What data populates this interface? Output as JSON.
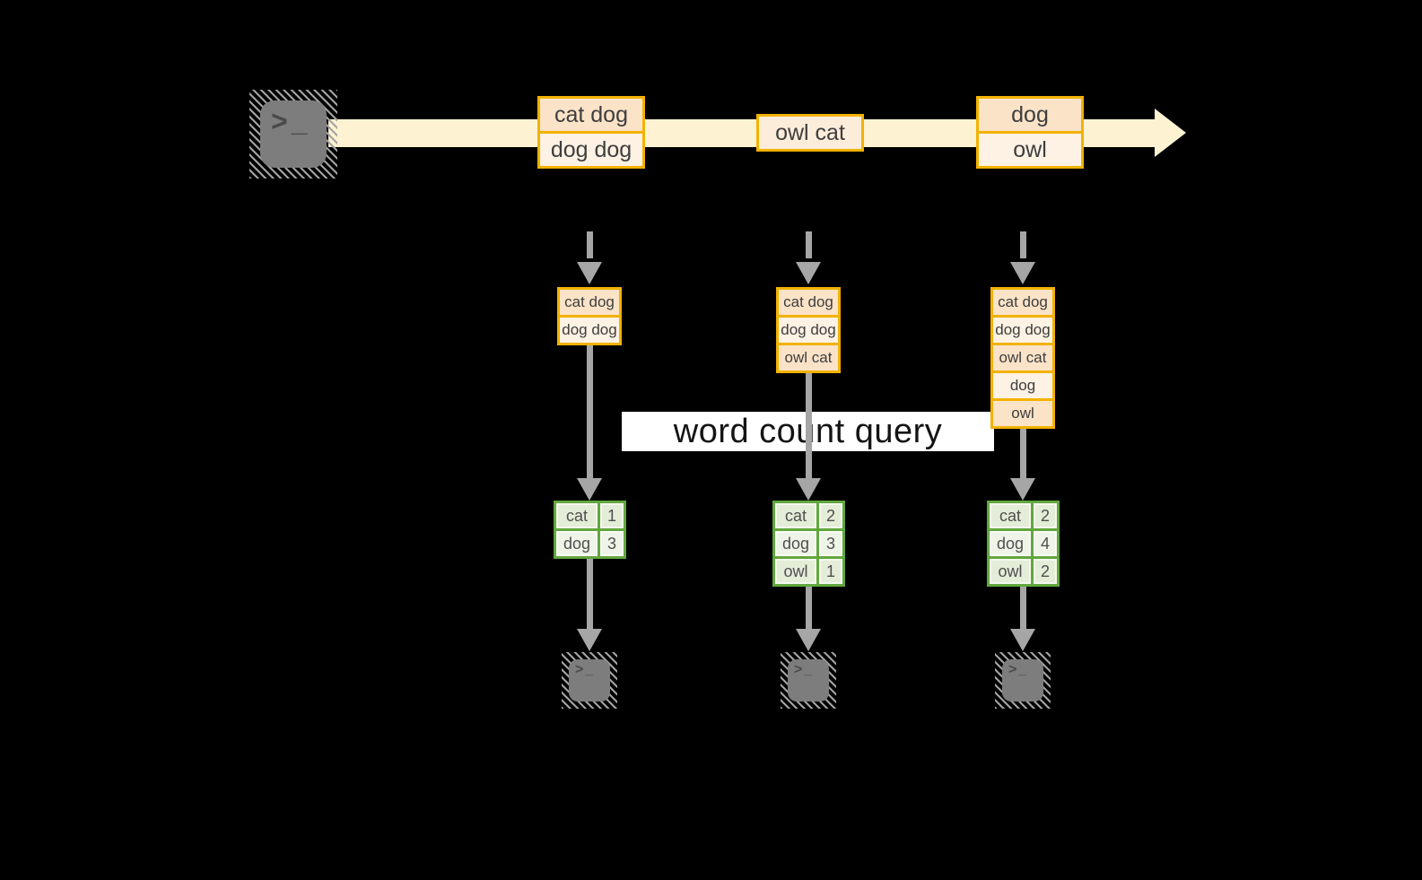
{
  "banner": {
    "label": "word count query"
  },
  "terminal": {
    "prompt_glyph": ">_"
  },
  "stream": {
    "records": [
      {
        "rows": [
          "cat dog",
          "dog dog"
        ]
      },
      {
        "rows": [
          "owl cat"
        ]
      },
      {
        "rows": [
          "dog",
          "owl"
        ]
      }
    ]
  },
  "columns": [
    {
      "accumulated": [
        "cat dog",
        "dog dog"
      ],
      "counts": [
        {
          "word": "cat",
          "count": 1
        },
        {
          "word": "dog",
          "count": 3
        }
      ]
    },
    {
      "accumulated": [
        "cat dog",
        "dog dog",
        "owl cat"
      ],
      "counts": [
        {
          "word": "cat",
          "count": 2
        },
        {
          "word": "dog",
          "count": 3
        },
        {
          "word": "owl",
          "count": 1
        }
      ]
    },
    {
      "accumulated": [
        "cat dog",
        "dog dog",
        "owl cat",
        "dog",
        "owl"
      ],
      "counts": [
        {
          "word": "cat",
          "count": 2
        },
        {
          "word": "dog",
          "count": 4
        },
        {
          "word": "owl",
          "count": 2
        }
      ]
    }
  ],
  "colors": {
    "background": "#000000",
    "stream_band": "#fdf3d2",
    "orange_border": "#f2b200",
    "peach_dark": "#fbe3c8",
    "peach_mid": "#fcecda",
    "peach_light": "#fdf2e3",
    "green_border": "#62a73e",
    "green_cell_dark": "#e4edd8",
    "green_cell_light": "#eef4e7",
    "arrow_gray": "#a6a6a6",
    "terminal_gray": "#7d7d7d",
    "banner_bg": "#ffffff",
    "text_dark": "#3e3e3e"
  }
}
